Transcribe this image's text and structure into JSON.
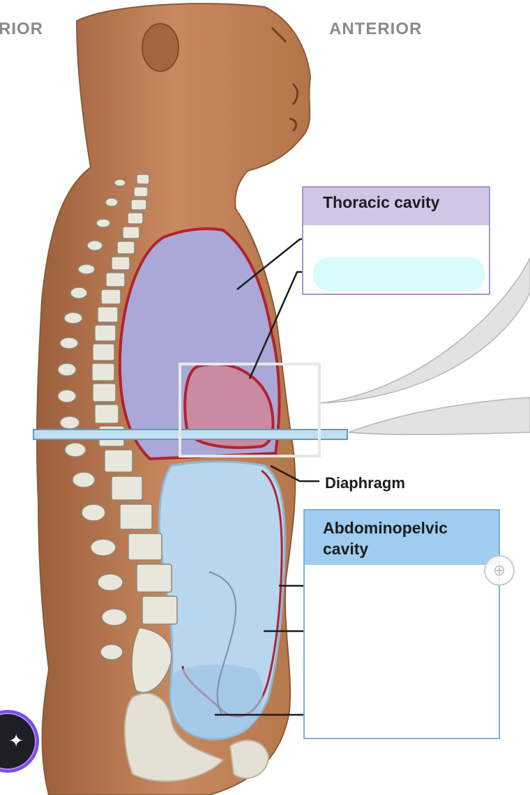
{
  "orientation": {
    "posterior": "RIOR",
    "anterior": "ANTERIOR"
  },
  "labels": {
    "thoracic": "Thoracic cavity",
    "diaphragm": "Diaphragm",
    "abdominopelvic_line1": "Abdominopelvic",
    "abdominopelvic_line2": "cavity"
  },
  "colors": {
    "skin": "#c8895f",
    "thoracic_region": "#a9a8d8",
    "heart": "#c98aa2",
    "abdominal_region": "#b8d6ee",
    "cavity_outline": "#b3222e",
    "thoracic_box_header": "#d2c6e6",
    "abdominopelvic_box_header": "#9ecdf0",
    "vertebra": "#e9e6dc",
    "disc": "#a8cde3"
  },
  "icons": {
    "zoom": "plus-circle-icon",
    "assistant": "sparkle-icon"
  }
}
